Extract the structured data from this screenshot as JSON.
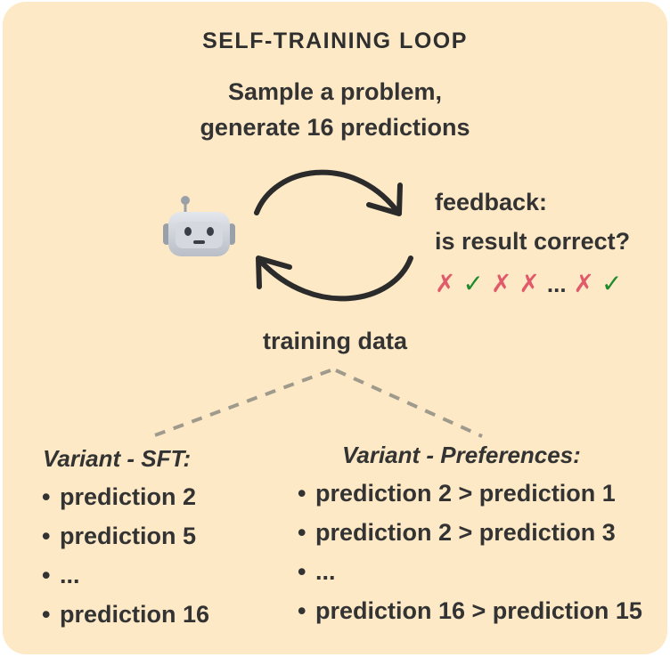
{
  "colors": {
    "background": "#fde9c6",
    "text": "#333333",
    "cross": "#e15a6a",
    "check": "#1f8a2e",
    "dashed_line": "#9e9a8c"
  },
  "title": "SELF-TRAINING LOOP",
  "step": {
    "line1": "Sample a problem,",
    "line2": "generate 16 predictions"
  },
  "agent_icon": "robot-icon",
  "feedback": {
    "line1": "feedback:",
    "line2": "is result correct?",
    "marks": [
      "✗",
      "✓",
      "✗",
      "✗",
      "...",
      "✗",
      "✓"
    ]
  },
  "training_data": "training data",
  "variant_sft": {
    "title": "Variant - SFT:",
    "items": [
      "prediction 2",
      "prediction 5",
      "...",
      "prediction 16"
    ]
  },
  "variant_preferences": {
    "title": "Variant - Preferences:",
    "items": [
      "prediction 2 > prediction 1",
      "prediction 2 > prediction 3",
      "...",
      "prediction 16 > prediction 15"
    ]
  }
}
